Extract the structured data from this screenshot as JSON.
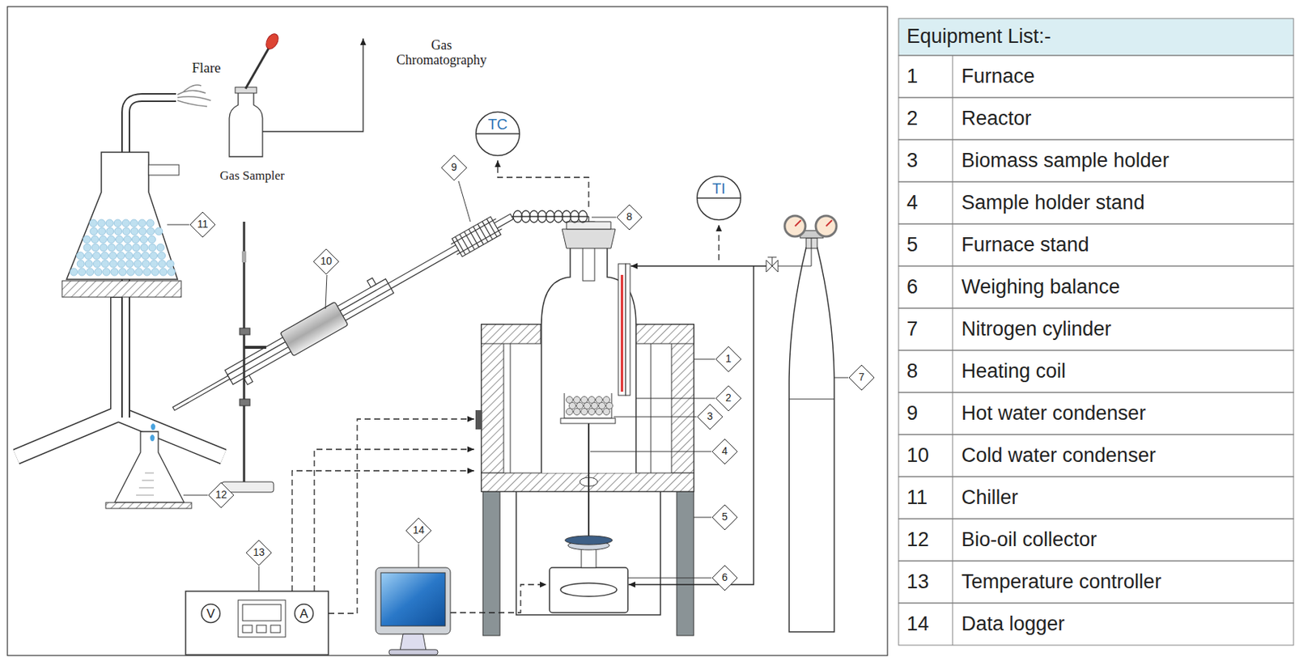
{
  "diagram": {
    "nodes": [
      {
        "text": [
          "TC"
        ]
      },
      {
        "text": [
          "TI"
        ]
      },
      {
        "text": [
          "V"
        ]
      },
      {
        "text": [
          "A"
        ]
      }
    ],
    "labels": [
      "Gas Chromatography",
      "Flare",
      "Gas Sampler",
      "9",
      "8",
      "10",
      "11",
      "1",
      "2",
      "3",
      "4",
      "5",
      "6",
      "7",
      "12",
      "13",
      "14",
      "Equipment List:-",
      "1",
      "Furnace",
      "2",
      "Reactor",
      "3",
      "Biomass sample holder",
      "4",
      "Sample holder stand",
      "5",
      "Furnace stand",
      "6",
      "Weighing balance",
      "7",
      "Nitrogen cylinder",
      "8",
      "Heating coil",
      "9",
      "Hot water condenser",
      "10",
      "Cold water condenser",
      "11",
      "Chiller",
      "12",
      "Bio-oil collector",
      "13",
      "Temperature controller",
      "14",
      "Data logger"
    ]
  }
}
